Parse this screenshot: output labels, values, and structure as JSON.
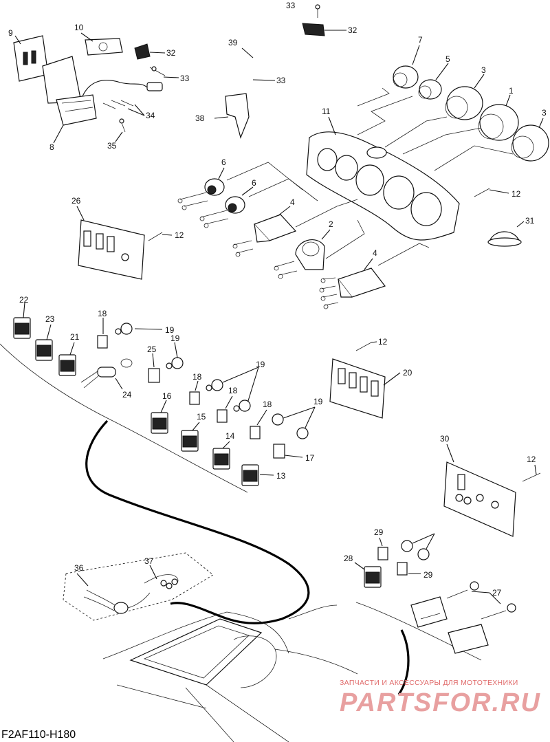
{
  "diagram": {
    "code": "F2AF110-H180",
    "watermark": {
      "tagline": "ЗАПЧАСТИ И АКСЕССУАРЫ ДЛЯ МОТОТЕХНИКИ",
      "site": "PARTSFOR.RU"
    },
    "callouts": [
      "1",
      "2",
      "3",
      "3",
      "4",
      "4",
      "5",
      "6",
      "6",
      "7",
      "8",
      "9",
      "10",
      "11",
      "12",
      "12",
      "12",
      "12",
      "13",
      "14",
      "15",
      "16",
      "17",
      "18",
      "18",
      "18",
      "18",
      "19",
      "19",
      "19",
      "19",
      "20",
      "21",
      "22",
      "23",
      "24",
      "25",
      "26",
      "27",
      "28",
      "29",
      "29",
      "30",
      "31",
      "32",
      "32",
      "33",
      "33",
      "33",
      "34",
      "35",
      "36",
      "37",
      "38",
      "39"
    ]
  }
}
